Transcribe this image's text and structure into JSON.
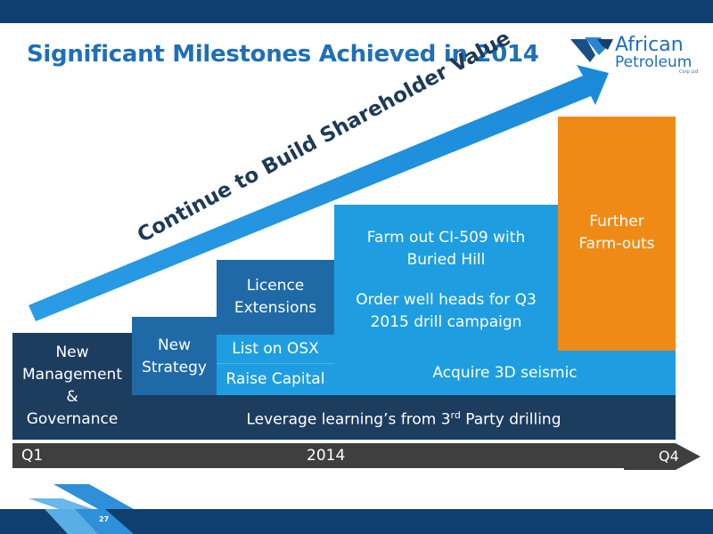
{
  "slide": {
    "title": "Significant Milestones Achieved in 2014",
    "page_number": "27"
  },
  "logo": {
    "line1": "African",
    "line2": "Petroleum",
    "line3": "Corp Ltd"
  },
  "arrow": {
    "label": "Continue to Build Shareholder Value"
  },
  "blocks": {
    "new_management": [
      "New",
      "Management",
      "&",
      "Governance"
    ],
    "new_strategy": [
      "New",
      "Strategy"
    ],
    "licence_extensions": [
      "Licence",
      "Extensions"
    ],
    "list_on_osx": "List on OSX",
    "raise_capital": "Raise Capital",
    "farm_out": [
      "Farm out CI-509 with",
      "Buried Hill"
    ],
    "order_wellheads": [
      "Order well heads for Q3",
      "2015 drill campaign"
    ],
    "acquire_3d": "Acquire 3D seismic",
    "further_farmouts": [
      "Further",
      "Farm-outs"
    ],
    "leverage": "Leverage learning’s from 3",
    "leverage_sup": "rd",
    "leverage_end": " Party drilling"
  },
  "timeline": {
    "start": "Q1",
    "year": "2014",
    "end": "Q4"
  },
  "colors": {
    "navy": "#0f3f6e",
    "dark_block": "#1c3d5e",
    "mid_block": "#1f6aa6",
    "bright_block": "#1e9ee0",
    "orange": "#ef8a17",
    "timebar": "#3f3f3f",
    "title": "#1f6fb8"
  }
}
